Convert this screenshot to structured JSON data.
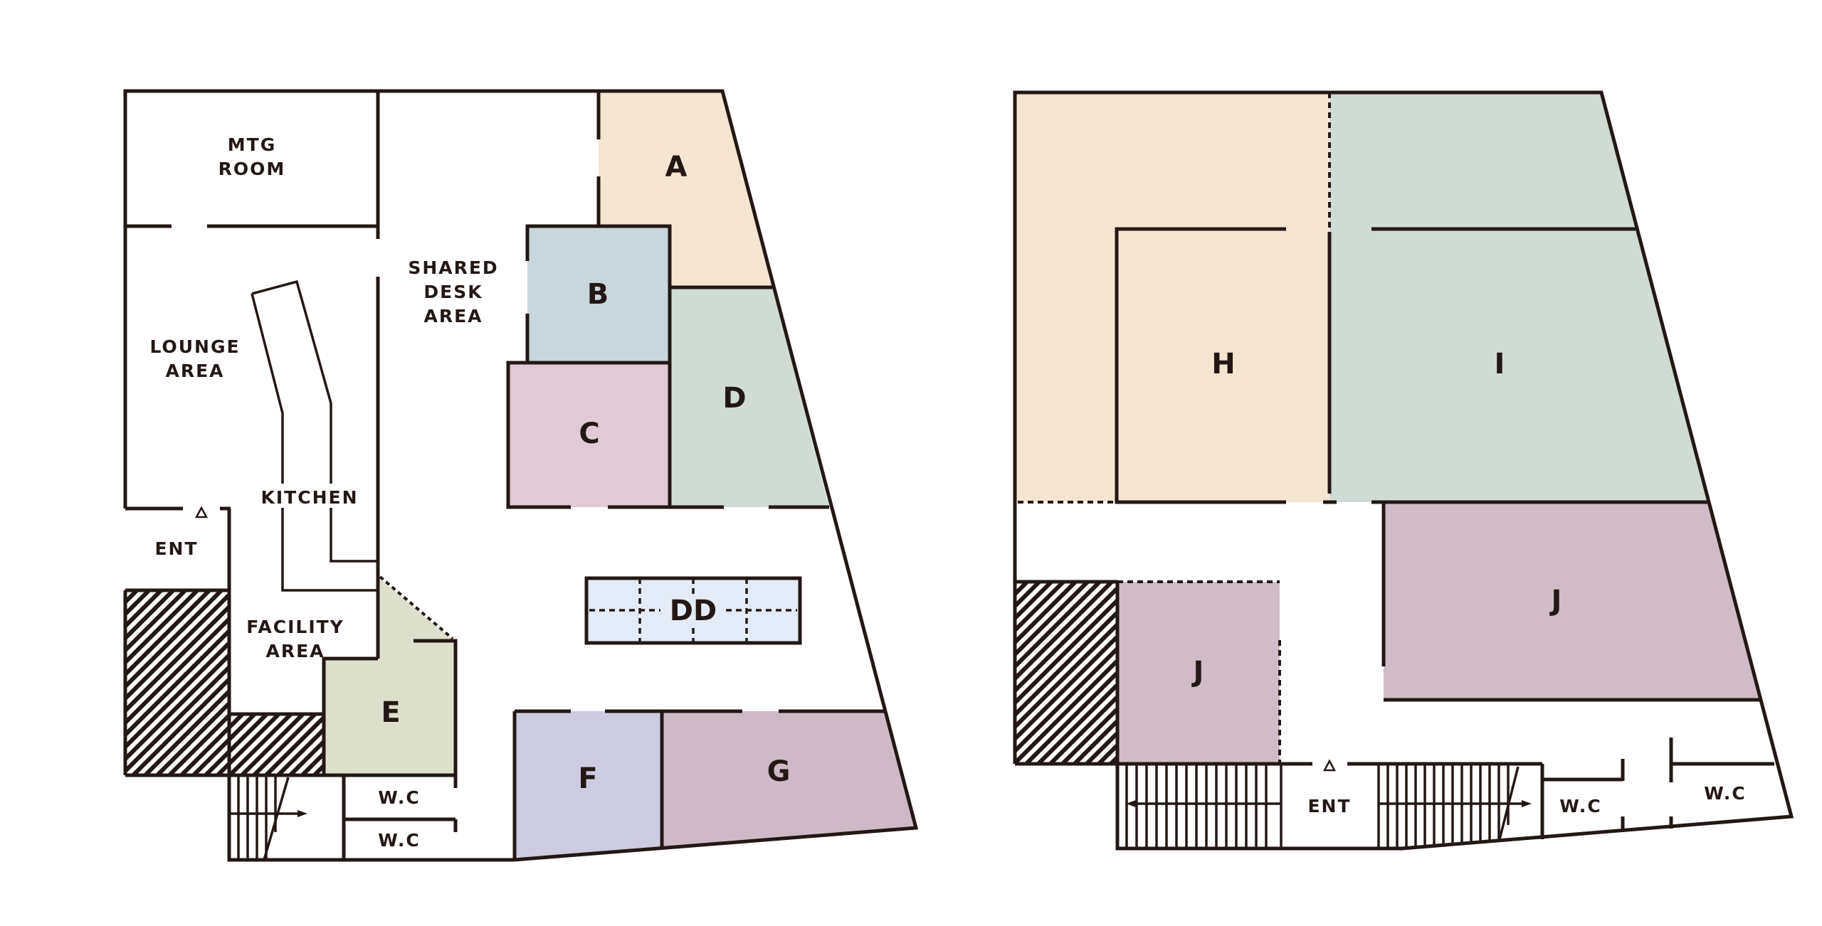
{
  "colors": {
    "wall": "#231815",
    "A": "#f4e5d3",
    "B": "#c9d6db",
    "C": "#e0cad6",
    "D": "#cfdbd4",
    "E": "#dcdfcb",
    "F": "#cdcbe0",
    "G": "#cebac7",
    "DD": "#e3ecf6",
    "H": "#f4e5d3",
    "I": "#cfdbd4",
    "J": "#cfbcc7"
  },
  "floor1": {
    "mtg_room": [
      "MTG",
      "ROOM"
    ],
    "shared_desk": [
      "SHARED",
      "DESK",
      "AREA"
    ],
    "lounge": [
      "LOUNGE",
      "AREA"
    ],
    "kitchen": "KITCHEN",
    "entrance": "ENT",
    "facility": [
      "FACILITY",
      "AREA"
    ],
    "wc1": "W.C",
    "wc2": "W.C",
    "units": {
      "A": "A",
      "B": "B",
      "C": "C",
      "D": "D",
      "DD": "DD",
      "E": "E",
      "F": "F",
      "G": "G"
    }
  },
  "floor2": {
    "units": {
      "H": "H",
      "I": "I",
      "J1": "J",
      "J2": "J"
    },
    "entrance": "ENT",
    "wc1": "W.C",
    "wc2": "W.C"
  }
}
